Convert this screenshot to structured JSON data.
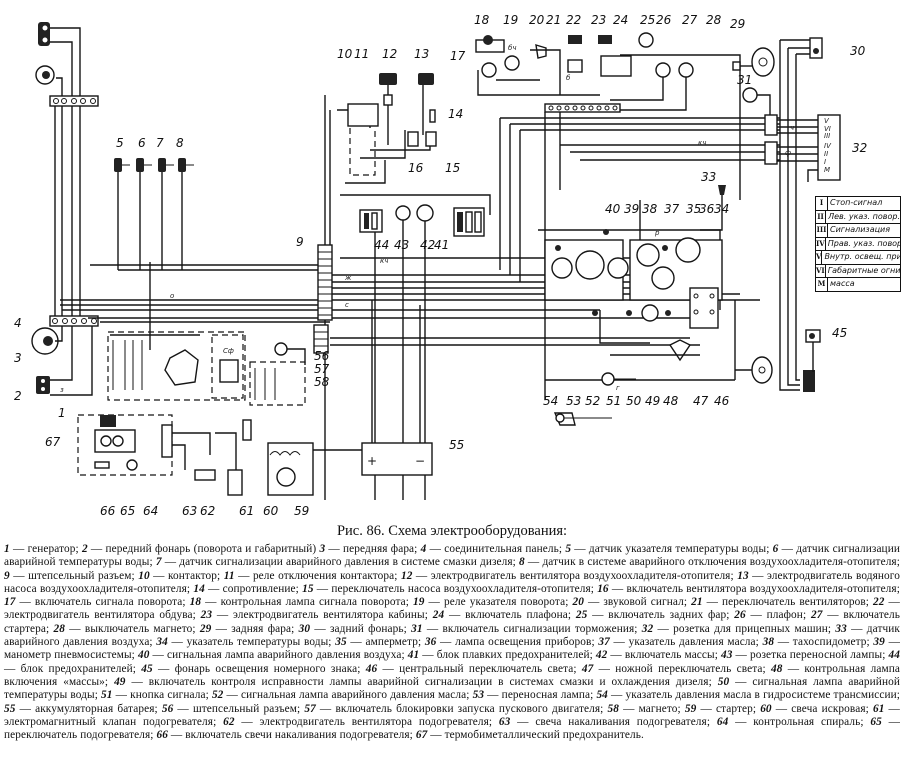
{
  "figure": {
    "title": "Рис. 86. Схема электрооборудования:",
    "component_labels": [
      "1",
      "2",
      "3",
      "4",
      "5",
      "6",
      "7",
      "8",
      "9",
      "10",
      "11",
      "12",
      "13",
      "14",
      "15",
      "16",
      "17",
      "18",
      "19",
      "20",
      "21",
      "22",
      "23",
      "24",
      "25",
      "26",
      "27",
      "28",
      "29",
      "30",
      "31",
      "32",
      "33",
      "34",
      "35",
      "36",
      "37",
      "38",
      "39",
      "40",
      "41",
      "42",
      "43",
      "44",
      "45",
      "46",
      "47",
      "48",
      "49",
      "50",
      "51",
      "52",
      "53",
      "54",
      "55",
      "56",
      "57",
      "58",
      "59",
      "60",
      "61",
      "62",
      "63",
      "64",
      "65",
      "66",
      "67"
    ],
    "wire_marks": [
      "кч",
      "о",
      "ж",
      "с",
      "з",
      "ф",
      "г",
      "р",
      "ч",
      "б",
      "бч",
      "пр"
    ],
    "symbols": {
      "plus": "+",
      "minus": "−",
      "cap": "Сф"
    },
    "legend_32": [
      {
        "num": "I",
        "text": "Стоп-сигнал"
      },
      {
        "num": "II",
        "text": "Лев. указ. повор."
      },
      {
        "num": "III",
        "text": "Сигнализация"
      },
      {
        "num": "IV",
        "text": "Прав. указ. поворота"
      },
      {
        "num": "V",
        "text": "Внутр. освещ. прицеп."
      },
      {
        "num": "VI",
        "text": "Габаритные огни"
      },
      {
        "num": "М",
        "text": "масса"
      }
    ],
    "socket_32_pins": [
      "V",
      "VI",
      "III",
      "IV",
      "II",
      "I",
      "М"
    ],
    "items": [
      {
        "n": "1",
        "t": "генератор;"
      },
      {
        "n": "2",
        "t": "передний фонарь (поворота и габаритный)"
      },
      {
        "n": "3",
        "t": "передняя фара;"
      },
      {
        "n": "4",
        "t": "соединительная панель;"
      },
      {
        "n": "5",
        "t": "датчик указателя температуры воды;"
      },
      {
        "n": "6",
        "t": "датчик сигнализации аварийной температуры воды;"
      },
      {
        "n": "7",
        "t": "датчик сигнализации аварийного давления в системе смазки дизеля;"
      },
      {
        "n": "8",
        "t": "датчик в системе аварийного отключения воздухоохладителя-отопителя;"
      },
      {
        "n": "9",
        "t": "штепсельный разъем;"
      },
      {
        "n": "10",
        "t": "контактор;"
      },
      {
        "n": "11",
        "t": "реле отключения контактора;"
      },
      {
        "n": "12",
        "t": "электродвигатель вентилятора воздухоохладителя-отопителя;"
      },
      {
        "n": "13",
        "t": "электродвигатель водяного насоса воздухоохладителя-отопителя;"
      },
      {
        "n": "14",
        "t": "сопротивление;"
      },
      {
        "n": "15",
        "t": "переключатель насоса воздухоохладителя-отопителя;"
      },
      {
        "n": "16",
        "t": "включатель вентилятора воздухоохладителя-отопителя;"
      },
      {
        "n": "17",
        "t": "включатель сигнала поворота;"
      },
      {
        "n": "18",
        "t": "контрольная лампа сигнала поворота;"
      },
      {
        "n": "19",
        "t": "реле указателя поворота;"
      },
      {
        "n": "20",
        "t": "звуковой сигнал;"
      },
      {
        "n": "21",
        "t": "переключатель вентиляторов;"
      },
      {
        "n": "22",
        "t": "электродвигатель вентилятора обдува;"
      },
      {
        "n": "23",
        "t": "электродвигатель вентилятора кабины;"
      },
      {
        "n": "24",
        "t": "включатель плафона;"
      },
      {
        "n": "25",
        "t": "включатель задних фар;"
      },
      {
        "n": "26",
        "t": "плафон;"
      },
      {
        "n": "27",
        "t": "включатель стартера;"
      },
      {
        "n": "28",
        "t": "выключатель магнето;"
      },
      {
        "n": "29",
        "t": "задняя фара;"
      },
      {
        "n": "30",
        "t": "задний фонарь;"
      },
      {
        "n": "31",
        "t": "включатель сигнализации торможения;"
      },
      {
        "n": "32",
        "t": "розетка для прицепных машин;"
      },
      {
        "n": "33",
        "t": "датчик аварийного давления воздуха;"
      },
      {
        "n": "34",
        "t": "указатель температуры воды;"
      },
      {
        "n": "35",
        "t": "амперметр;"
      },
      {
        "n": "36",
        "t": "лампа освещения приборов;"
      },
      {
        "n": "37",
        "t": "указатель давления масла;"
      },
      {
        "n": "38",
        "t": "тахоспидометр;"
      },
      {
        "n": "39",
        "t": "манометр пневмосистемы;"
      },
      {
        "n": "40",
        "t": "сигнальная лампа аварийного давления воздуха;"
      },
      {
        "n": "41",
        "t": "блок плавких предохранителей;"
      },
      {
        "n": "42",
        "t": "включатель массы;"
      },
      {
        "n": "43",
        "t": "розетка переносной лампы;"
      },
      {
        "n": "44",
        "t": "блок предохранителей;"
      },
      {
        "n": "45",
        "t": "фонарь освещения номерного знака;"
      },
      {
        "n": "46",
        "t": "центральный переключатель света;"
      },
      {
        "n": "47",
        "t": "ножной переключатель света;"
      },
      {
        "n": "48",
        "t": "контрольная лампа включения «массы»;"
      },
      {
        "n": "49",
        "t": "включатель контроля исправности лампы аварийной сигнализации в системах смазки и охлаждения дизеля;"
      },
      {
        "n": "50",
        "t": "сигнальная лампа аварийной температуры воды;"
      },
      {
        "n": "51",
        "t": "кнопка сигнала;"
      },
      {
        "n": "52",
        "t": "сигнальная лампа аварийного давления масла;"
      },
      {
        "n": "53",
        "t": "переносная лампа;"
      },
      {
        "n": "54",
        "t": "указатель давления масла в гидросистеме трансмиссии;"
      },
      {
        "n": "55",
        "t": "аккумуляторная батарея;"
      },
      {
        "n": "56",
        "t": "штепсельный разъем;"
      },
      {
        "n": "57",
        "t": "включатель блокировки запуска пускового двигателя;"
      },
      {
        "n": "58",
        "t": "магнето;"
      },
      {
        "n": "59",
        "t": "стартер;"
      },
      {
        "n": "60",
        "t": "свеча искровая;"
      },
      {
        "n": "61",
        "t": "электромагнитный клапан подогревателя;"
      },
      {
        "n": "62",
        "t": "электродвигатель вентилятора подогревателя;"
      },
      {
        "n": "63",
        "t": "свеча накаливания подогревателя;"
      },
      {
        "n": "64",
        "t": "контрольная спираль;"
      },
      {
        "n": "65",
        "t": "переключатель подогревателя;"
      },
      {
        "n": "66",
        "t": "включатель свечи накаливания подогревателя;"
      },
      {
        "n": "67",
        "t": "термобиметаллический предохранитель."
      }
    ]
  }
}
